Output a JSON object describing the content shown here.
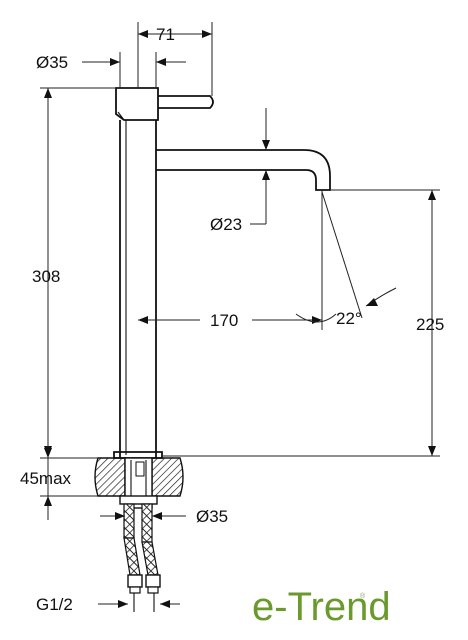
{
  "dimensions": {
    "top_width": "71",
    "body_diameter": "Ø35",
    "spout_diameter": "Ø23",
    "total_height": "308",
    "spout_reach": "170",
    "spout_angle": "22°",
    "spout_height": "225",
    "max_deck_thickness": "45max",
    "base_diameter": "Ø35",
    "thread": "G1/2"
  },
  "logo": {
    "text": "e-Trend",
    "color": "#6a9a2c"
  }
}
